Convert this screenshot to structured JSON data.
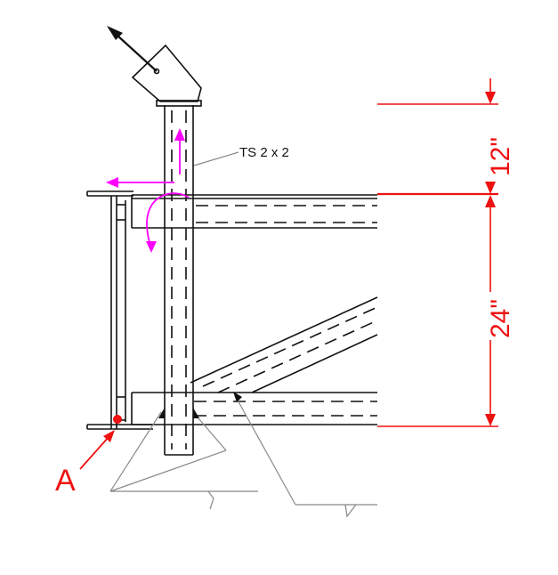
{
  "labels": {
    "member": "TS 2 x 2",
    "point": "A",
    "dim_top": "12\"",
    "dim_bottom": "24\""
  },
  "colors": {
    "line": "#111111",
    "leader": "#888888",
    "dimension": "#ee1111",
    "force": "#ff00ff"
  }
}
